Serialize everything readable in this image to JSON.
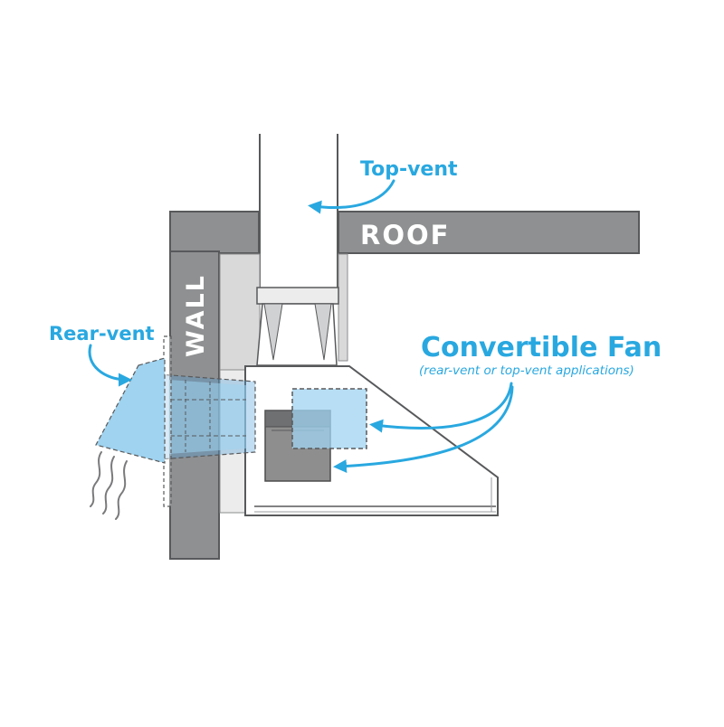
{
  "labels": {
    "top_vent": "Top-vent",
    "rear_vent": "Rear-vent",
    "roof": "ROOF",
    "wall": "WALL",
    "convertible_fan": "Convertible Fan",
    "convertible_fan_sub": "(rear-vent or top-vent applications)"
  },
  "colors": {
    "accent": "#29a8e0",
    "structure_gray": "#8f9091",
    "structure_outline": "#58595b",
    "airflow_blue": "#9fd3f0",
    "motor_gray": "#8e8e8e"
  }
}
